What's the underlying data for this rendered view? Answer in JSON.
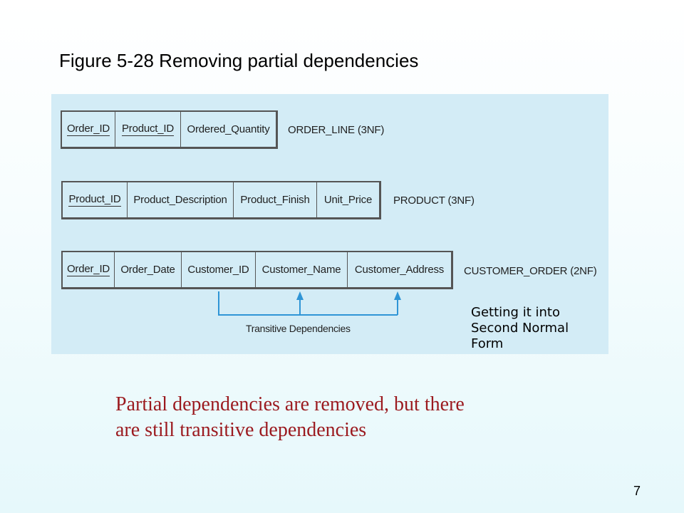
{
  "slide": {
    "title": "Figure 5-28 Removing partial dependencies",
    "side_note": "Getting it into\nSecond Normal\nForm",
    "note": "Partial dependencies are removed, but there\nare still transitive dependencies",
    "page_number": "7"
  },
  "figure": {
    "relations": [
      {
        "name": "ORDER_LINE (3NF)",
        "attributes": [
          {
            "label": "Order_ID",
            "primary_key": true
          },
          {
            "label": "Product_ID",
            "primary_key": true
          },
          {
            "label": "Ordered_Quantity",
            "primary_key": false
          }
        ]
      },
      {
        "name": "PRODUCT (3NF)",
        "attributes": [
          {
            "label": "Product_ID",
            "primary_key": true
          },
          {
            "label": "Product_Description",
            "primary_key": false
          },
          {
            "label": "Product_Finish",
            "primary_key": false
          },
          {
            "label": "Unit_Price",
            "primary_key": false
          }
        ]
      },
      {
        "name": "CUSTOMER_ORDER (2NF)",
        "attributes": [
          {
            "label": "Order_ID",
            "primary_key": true
          },
          {
            "label": "Order_Date",
            "primary_key": false
          },
          {
            "label": "Customer_ID",
            "primary_key": false
          },
          {
            "label": "Customer_Name",
            "primary_key": false
          },
          {
            "label": "Customer_Address",
            "primary_key": false
          }
        ]
      }
    ],
    "dependency_label": "Transitive Dependencies",
    "colors": {
      "panel_background": "#d3ecf6",
      "arrow": "#2f95d6",
      "note_text": "#9b1a1f"
    }
  }
}
